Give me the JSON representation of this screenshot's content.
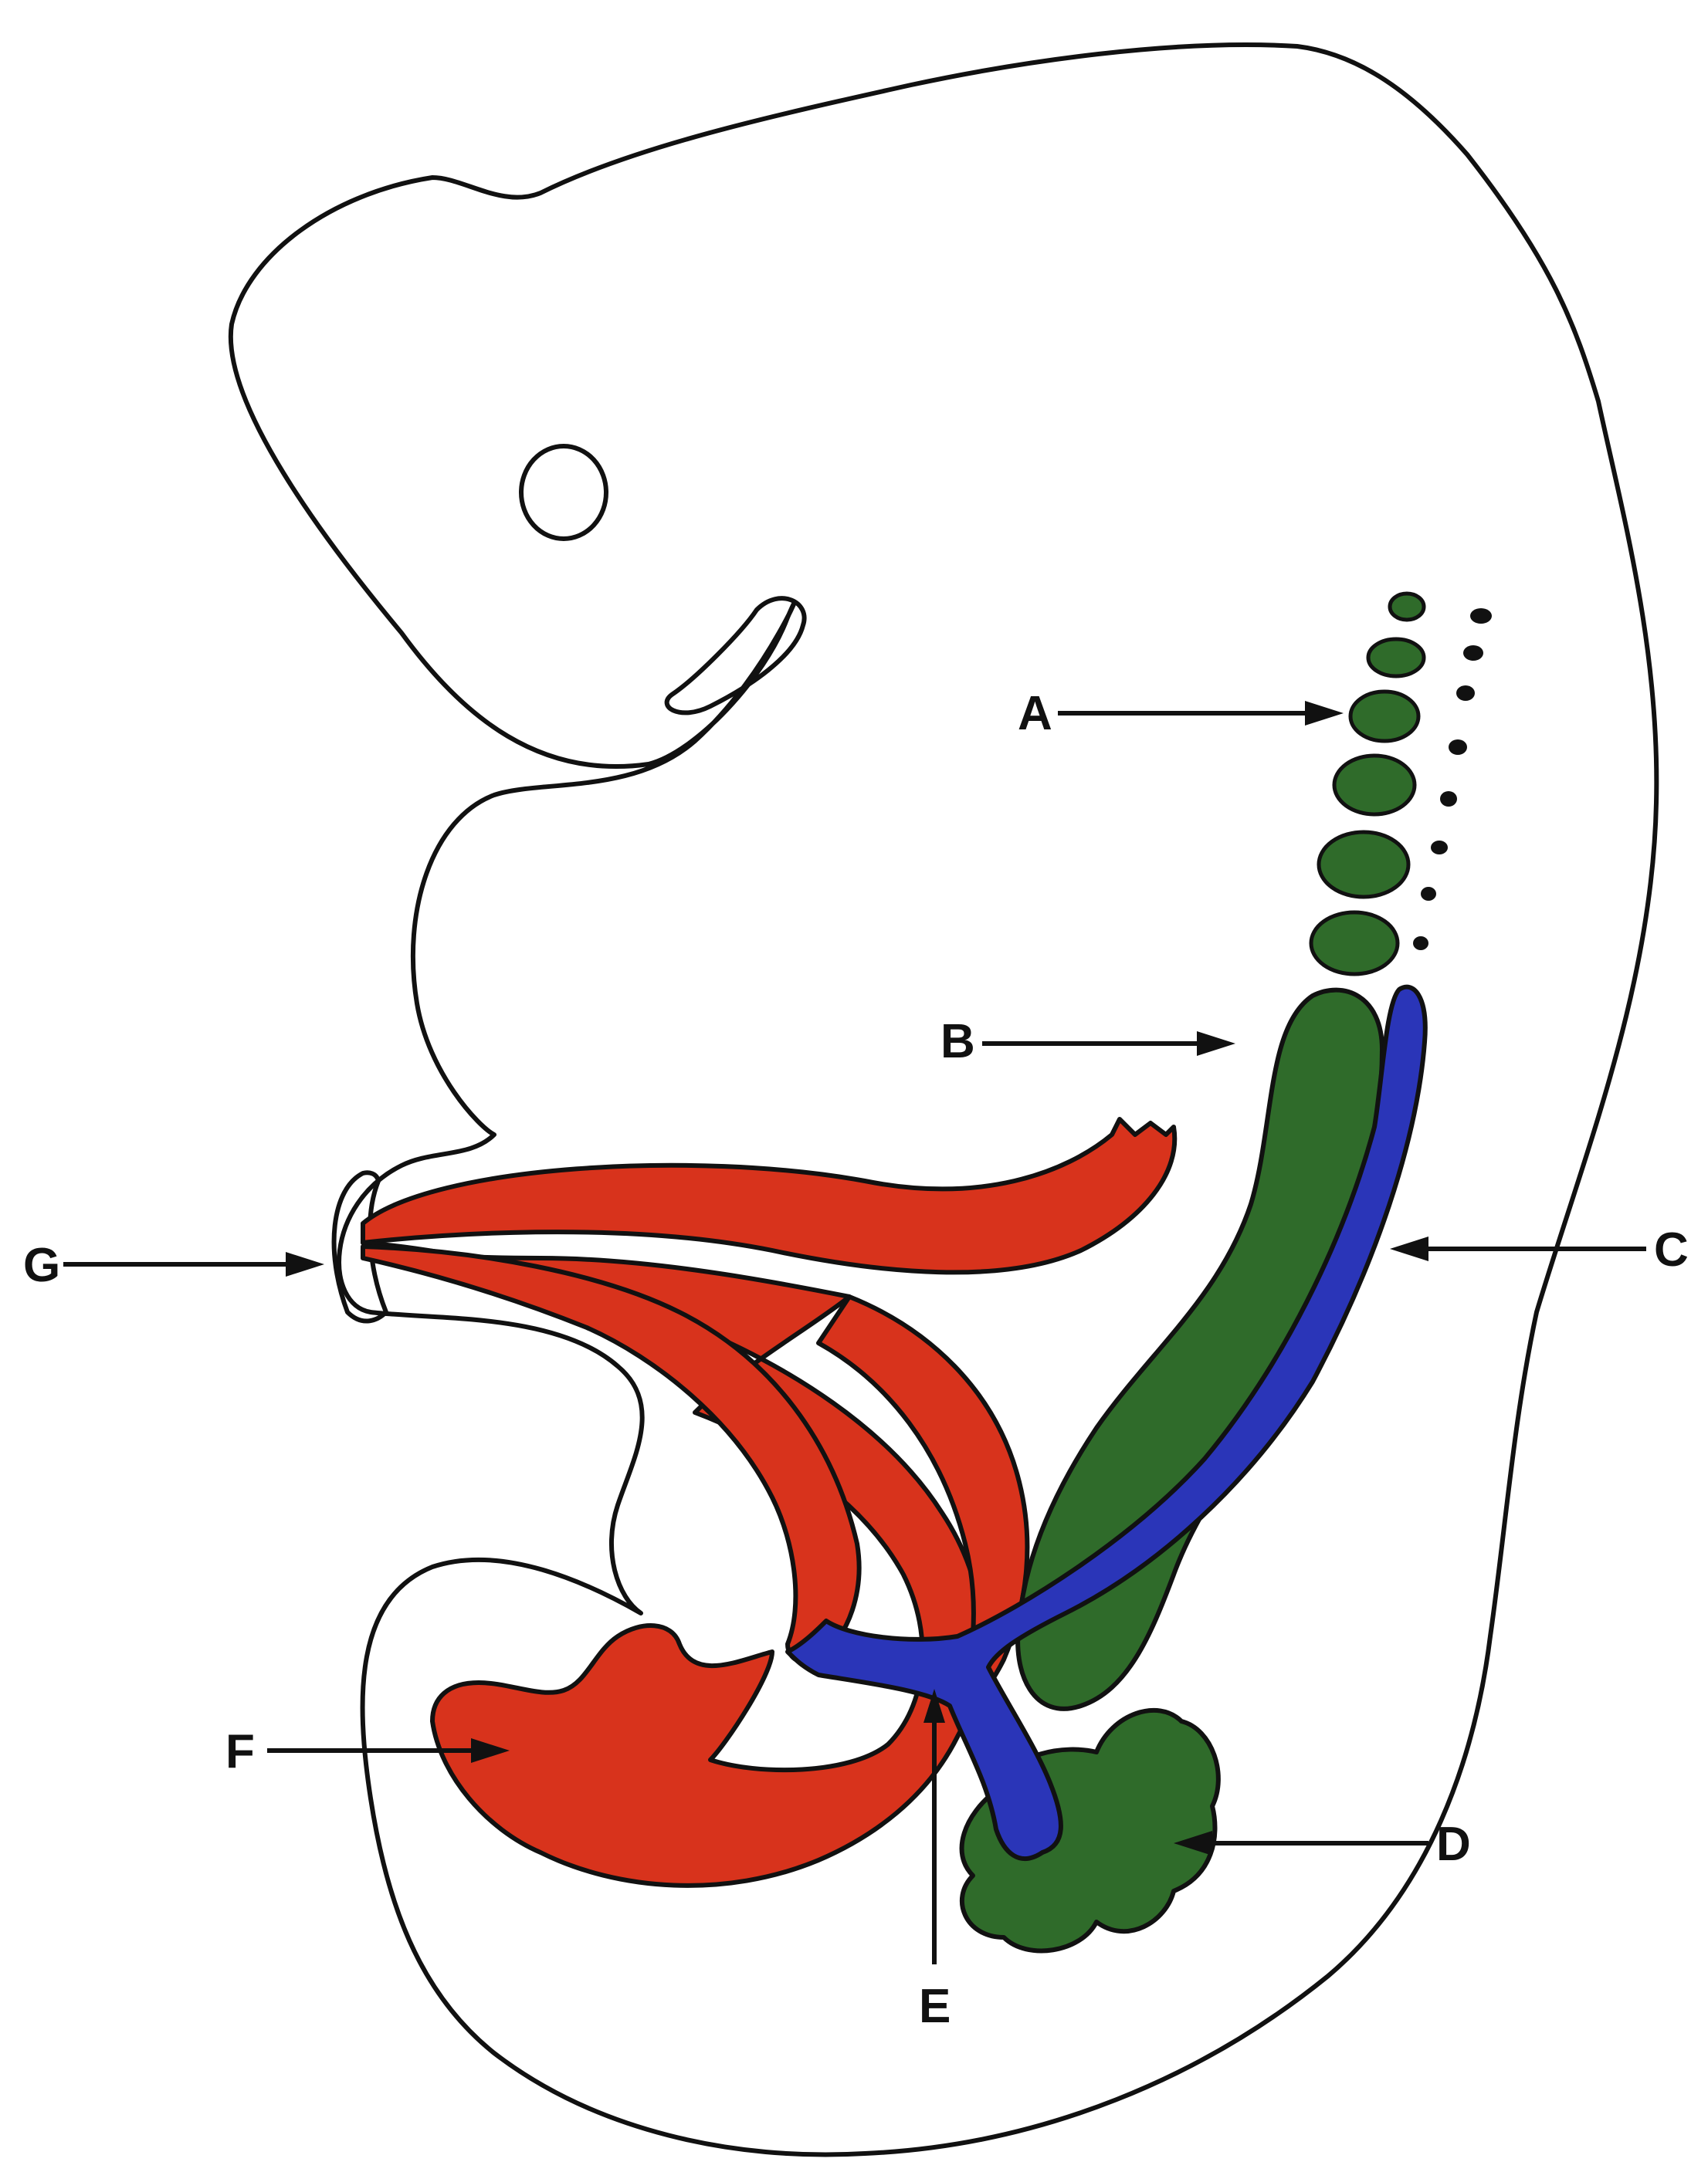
{
  "labels": {
    "a": "A",
    "b": "B",
    "c": "C",
    "d": "D",
    "e": "E",
    "f": "F",
    "g": "G"
  },
  "colors": {
    "green": "#2f6b2a",
    "blue": "#2a35b8",
    "red": "#d8331c",
    "outline": "#111111",
    "background": "#ffffff"
  }
}
